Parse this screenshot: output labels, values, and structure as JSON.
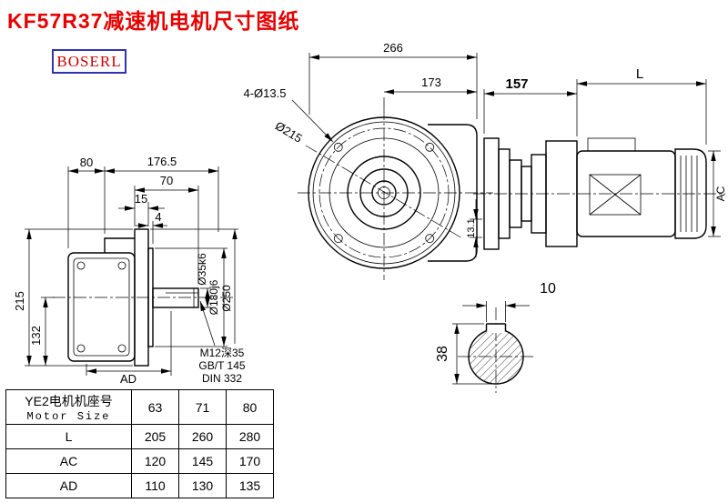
{
  "page": {
    "title": "KF57R37减速机电机尺寸图纸",
    "logo": "BOSERL"
  },
  "colors": {
    "title": "#e60000",
    "logo_text": "#cc0000",
    "logo_border": "#3333b0",
    "line": "#000000"
  },
  "front_view": {
    "overall_width": "266",
    "to_edge": "173",
    "bolt_holes": "4-Ø13.5",
    "bolt_circle": "Ø215",
    "step": "13.1"
  },
  "side_view": {
    "w_80": "80",
    "w_176_5": "176.5",
    "w_70": "70",
    "w_15": "15",
    "w_4": "4",
    "h_215": "215",
    "h_132": "132",
    "ad": "AD",
    "shaft_dia": "Ø35k6",
    "spigot_dia": "Ø180j6",
    "flange_dia": "Ø250",
    "tap_note": "M12深35",
    "std_note1": "GB/T 145",
    "std_note2": "DIN 332"
  },
  "motor_view": {
    "len_157": "157",
    "len_l": "L",
    "dia_ac": "AC"
  },
  "shaft_section": {
    "key_width": "10",
    "key_height": "38"
  },
  "table": {
    "header_cn": "YE2电机机座号",
    "header_en": "Motor Size",
    "sizes": [
      "63",
      "71",
      "80"
    ],
    "rows": [
      {
        "label": "L",
        "values": [
          "205",
          "260",
          "280"
        ]
      },
      {
        "label": "AC",
        "values": [
          "120",
          "145",
          "170"
        ]
      },
      {
        "label": "AD",
        "values": [
          "110",
          "130",
          "135"
        ]
      }
    ]
  }
}
